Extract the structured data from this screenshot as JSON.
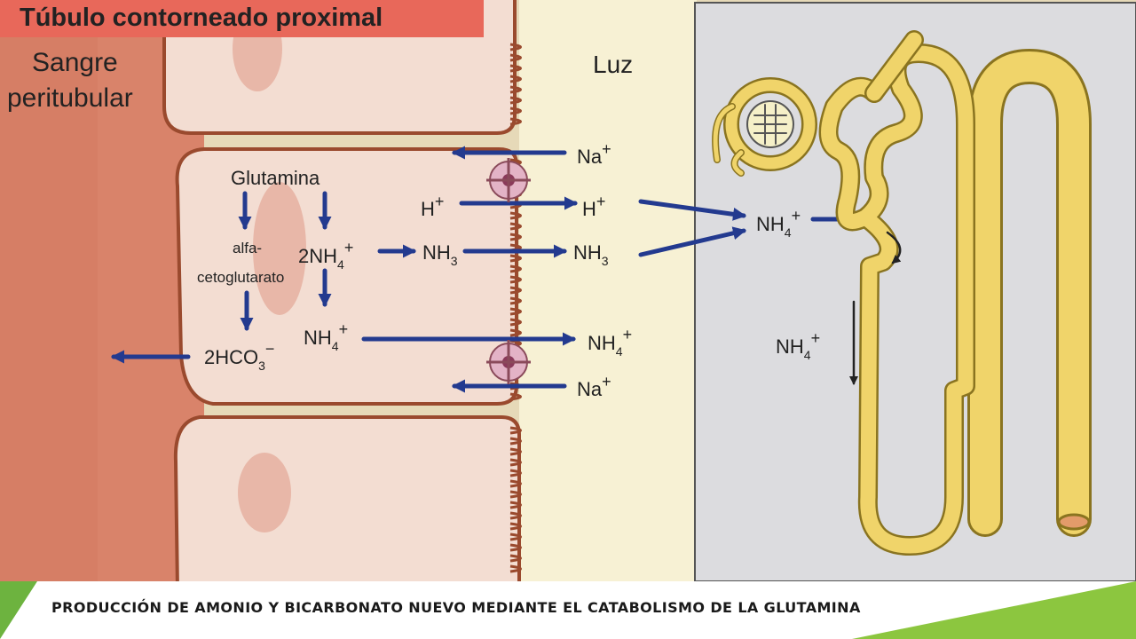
{
  "diagram": {
    "title": "Túbulo contorneado proximal",
    "blood_label_line1": "Sangre",
    "blood_label_line2": "peritubular",
    "lumen_label": "Luz",
    "glutamina": "Glutamina",
    "alfa_line1": "alfa-",
    "alfa_line2": "cetoglutarato",
    "nh4_double": {
      "base": "2NH",
      "sub": "4",
      "sup": "+"
    },
    "nh4_cell": {
      "base": "NH",
      "sub": "4",
      "sup": "+"
    },
    "hco3": {
      "base": "2HCO",
      "sub": "3",
      "sup": "−"
    },
    "nh3_cell": {
      "base": "NH",
      "sub": "3"
    },
    "nh3_lumen": {
      "base": "NH",
      "sub": "3"
    },
    "h_cell": {
      "base": "H",
      "sup": "+"
    },
    "h_lumen": {
      "base": "H",
      "sup": "+"
    },
    "na_top": {
      "base": "Na",
      "sup": "+"
    },
    "na_bottom": {
      "base": "Na",
      "sup": "+"
    },
    "nh4_lumen": {
      "base": "NH",
      "sub": "4",
      "sup": "+"
    },
    "nh4_nephron": {
      "base": "NH",
      "sub": "4",
      "sup": "+"
    },
    "nh4_loop": {
      "base": "NH",
      "sub": "4",
      "sup": "+"
    }
  },
  "footer": {
    "caption": "PRODUCCIÓN DE AMONIO Y BICARBONATO NUEVO MEDIANTE EL CATABOLISMO DE LA GLUTAMINA"
  },
  "colors": {
    "blood": "#d9836a",
    "cell": "#f3ddd2",
    "membrane": "#9a4a2e",
    "nucleus": "#e8b7a8",
    "lumen": "#f7f1d4",
    "title_bar": "#e8685a",
    "panel": "#dcdcdf",
    "tubule": "#f0d46a",
    "tubule_stroke": "#8a7420",
    "arrow": "#233a8f",
    "transporter": "#e3b3c6",
    "footer_green": "#6db33f"
  },
  "icons": [
    "arrow-icon",
    "transporter-icon",
    "nephron-icon"
  ]
}
